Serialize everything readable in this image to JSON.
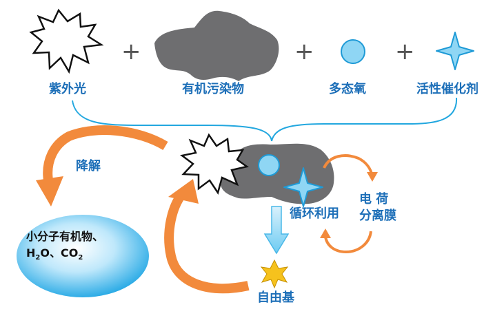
{
  "top": {
    "uv_label": "紫外光",
    "pollutant_label": "有机污染物",
    "oxygen_label": "多态氧",
    "catalyst_label": "活性催化剂",
    "plus": "+"
  },
  "middle": {
    "degrade_label": "降解",
    "recycle_label": "循环利用",
    "membrane_label_1": "电  荷",
    "membrane_label_2": "分离膜",
    "radical_label": "自由基"
  },
  "products": {
    "line1": "小分子有机物、",
    "h": "H",
    "h_sub": "2",
    "o": "O、CO",
    "co_sub": "2"
  },
  "colors": {
    "label_blue": "#1d6fb8",
    "line_blue": "#22a7df",
    "arrow_orange": "#f28a3c",
    "pollutant_gray": "#6e6e70",
    "oxygen_fill": "#8fd6f4",
    "radical_yellow": "#f6c21d"
  }
}
